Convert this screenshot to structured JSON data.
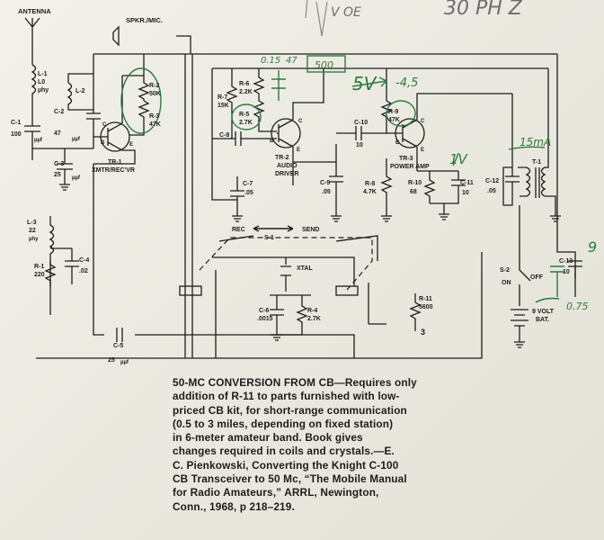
{
  "caption": {
    "lead": "50-MC CONVERSION FROM CB",
    "lines": [
      "—Requires only",
      "addition of R-11 to parts furnished with low-",
      "priced CB kit, for short-range communication",
      "(0.5 to 3 miles, depending on fixed station)",
      "in 6-meter amateur band. Book gives",
      "changes required in coils and crystals.—E.",
      "C. Pienkowski, Converting the Knight C-100",
      "CB Transceiver to 50 Mc, “The Mobile Manual",
      "for Radio Amateurs,” ARRL, Newington,",
      "Conn., 1968, p 218–219."
    ]
  },
  "labels": {
    "antenna": "ANTENNA",
    "spkr": "SPKR./MIC.",
    "l1": [
      "L-1",
      "L0",
      "µhy"
    ],
    "l2": "L-2",
    "c1": [
      "C-1",
      "100",
      "µµf"
    ],
    "c2": [
      "C-2",
      "47",
      "µµf"
    ],
    "c3": [
      "C-3",
      "25",
      "µµf"
    ],
    "r2": [
      "R-2",
      "50K"
    ],
    "r3": [
      "R-3",
      "47K"
    ],
    "tr1": [
      "TR-1",
      "XMTR/REC'VR"
    ],
    "r7": [
      "R-7",
      "15K"
    ],
    "r6": [
      "R-6",
      "2.2K"
    ],
    "r5": [
      "R-5",
      "2.7K"
    ],
    "r9": [
      "R-9",
      "47K"
    ],
    "c8": "C-8",
    "c10": [
      "C-10",
      "10"
    ],
    "tr2": [
      "TR-2",
      "AUDIO",
      "DRIVER"
    ],
    "tr3": [
      "TR-3",
      "POWER AMP"
    ],
    "c7": [
      "C-7",
      ".05"
    ],
    "c9": [
      "C-9",
      ".05"
    ],
    "r8": [
      "R-8",
      "4.7K"
    ],
    "r10": [
      "R-10",
      "68"
    ],
    "c11": [
      "C-11",
      "10"
    ],
    "c12": [
      "C-12",
      ".05"
    ],
    "t1": "T-1",
    "rec": "REC",
    "send": "SEND",
    "s1": "S-1",
    "xtal": "XTAL",
    "c6": [
      "C-6",
      ".0015"
    ],
    "r4": [
      "R-4",
      "2.7K"
    ],
    "r11": [
      "R-11",
      "5600"
    ],
    "three": "3",
    "l3": [
      "L-3",
      "22",
      "µhy"
    ],
    "c4": [
      "C-4",
      ".02"
    ],
    "r1": [
      "R-1",
      "220"
    ],
    "c5": [
      "C-5",
      "25",
      "µµf"
    ],
    "s2": [
      "S-2",
      "ON",
      "OFF"
    ],
    "bat": [
      "9 VOLT",
      "BAT."
    ],
    "c13": [
      "C-13",
      "10"
    ],
    "pins": [
      "C",
      "B",
      "E",
      "C",
      "B",
      "E",
      "C",
      "B",
      "E"
    ]
  },
  "handwriting": {
    "top_right": "30 PH Z",
    "top_mid": "V OE",
    "boxed": "500",
    "volts": "5V",
    "minus": "-4,5",
    "one_v": "1V",
    "current": "15mA",
    "r_top": "0.15",
    "r_top2": "47",
    "side": "0.75",
    "side2": "9"
  },
  "colors": {
    "ink": "#1d1d1d",
    "pencil_green": "#2f7a3c",
    "pencil_grey": "#6e6e6e",
    "paper": "#efeee7"
  }
}
